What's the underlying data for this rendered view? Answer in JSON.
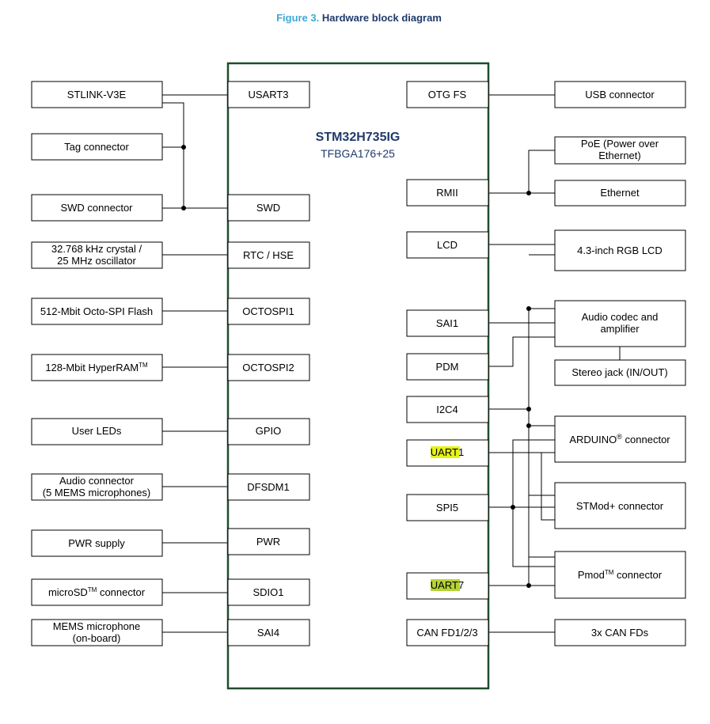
{
  "figure": {
    "number": "Figure 3.",
    "title": "Hardware block diagram"
  },
  "chip": {
    "name": "STM32H735IG",
    "package": "TFBGA176+25"
  },
  "left_peripherals": {
    "stlink": "STLINK-V3E",
    "tag_connector": "Tag connector",
    "swd_connector": "SWD connector",
    "crystal_line1": "32.768 kHz crystal /",
    "crystal_line2": "25 MHz oscillator",
    "octospi_flash": "512-Mbit Octo-SPI Flash",
    "hyperram": "128-Mbit HyperRAM",
    "hyperram_tm": "TM",
    "user_leds": "User LEDs",
    "audio_connector_line1": "Audio connector",
    "audio_connector_line2": "(5 MEMS microphones)",
    "pwr_supply": "PWR supply",
    "microsd": "microSD",
    "microsd_tm": "TM",
    "microsd_suffix": " connector",
    "mems_line1": "MEMS microphone",
    "mems_line2": "(on-board)"
  },
  "left_ports": {
    "usart3": "USART3",
    "swd": "SWD",
    "rtc_hse": "RTC / HSE",
    "octospi1": "OCTOSPI1",
    "octospi2": "OCTOSPI2",
    "gpio": "GPIO",
    "dfsdm1": "DFSDM1",
    "pwr": "PWR",
    "sdio1": "SDIO1",
    "sai4": "SAI4"
  },
  "right_ports": {
    "otg_fs": "OTG FS",
    "rmii": "RMII",
    "lcd": "LCD",
    "sai1": "SAI1",
    "pdm": "PDM",
    "i2c4": "I2C4",
    "uart1_prefix": "UART",
    "uart1_suffix": "1",
    "spi5": "SPI5",
    "uart7_prefix": "UART",
    "uart7_suffix": "7",
    "can_fd": "CAN FD1/2/3"
  },
  "right_peripherals": {
    "usb_connector": "USB connector",
    "poe_line1": "PoE (Power over",
    "poe_line2": "Ethernet)",
    "ethernet": "Ethernet",
    "rgb_lcd": "4.3-inch RGB LCD",
    "audio_codec_line1": "Audio codec and",
    "audio_codec_line2": "amplifier",
    "stereo_jack": "Stereo jack (IN/OUT)",
    "arduino": "ARDUINO",
    "arduino_reg": "®",
    "arduino_suffix": " connector",
    "stmod": "STMod+ connector",
    "pmod": "Pmod",
    "pmod_tm": "TM",
    "pmod_suffix": " connector",
    "can_fds": "3x CAN FDs"
  },
  "colors": {
    "chip_border": "#1e4d2b",
    "chip_title": "#1f3a6b",
    "caption_number": "#3fa9d6",
    "highlight_uart1": "#e5f216",
    "highlight_uart7": "#b5d334",
    "line": "#000000"
  }
}
